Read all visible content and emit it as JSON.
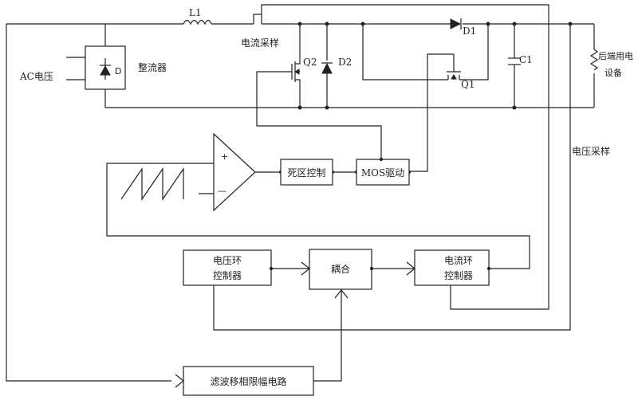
{
  "labels": {
    "ac_voltage": "AC电压",
    "rectifier": "整流器",
    "bridge_diode": "D",
    "inductor": "L1",
    "current_sampling": "电流采样",
    "q2": "Q2",
    "d2": "D2",
    "d1": "D1",
    "q1": "Q1",
    "c1": "C1",
    "load_line1": "后端用电",
    "load_line2": "设备",
    "voltage_sampling": "电压采样",
    "comp_plus": "+",
    "comp_minus": "—",
    "dead_zone": "死区控制",
    "mos_driver": "MOS驱动",
    "voltage_loop_line1": "电压环",
    "voltage_loop_line2": "控制器",
    "coupling": "耦合",
    "current_loop_line1": "电流环",
    "current_loop_line2": "控制器",
    "filter_circuit": "滤波移相限幅电路"
  }
}
